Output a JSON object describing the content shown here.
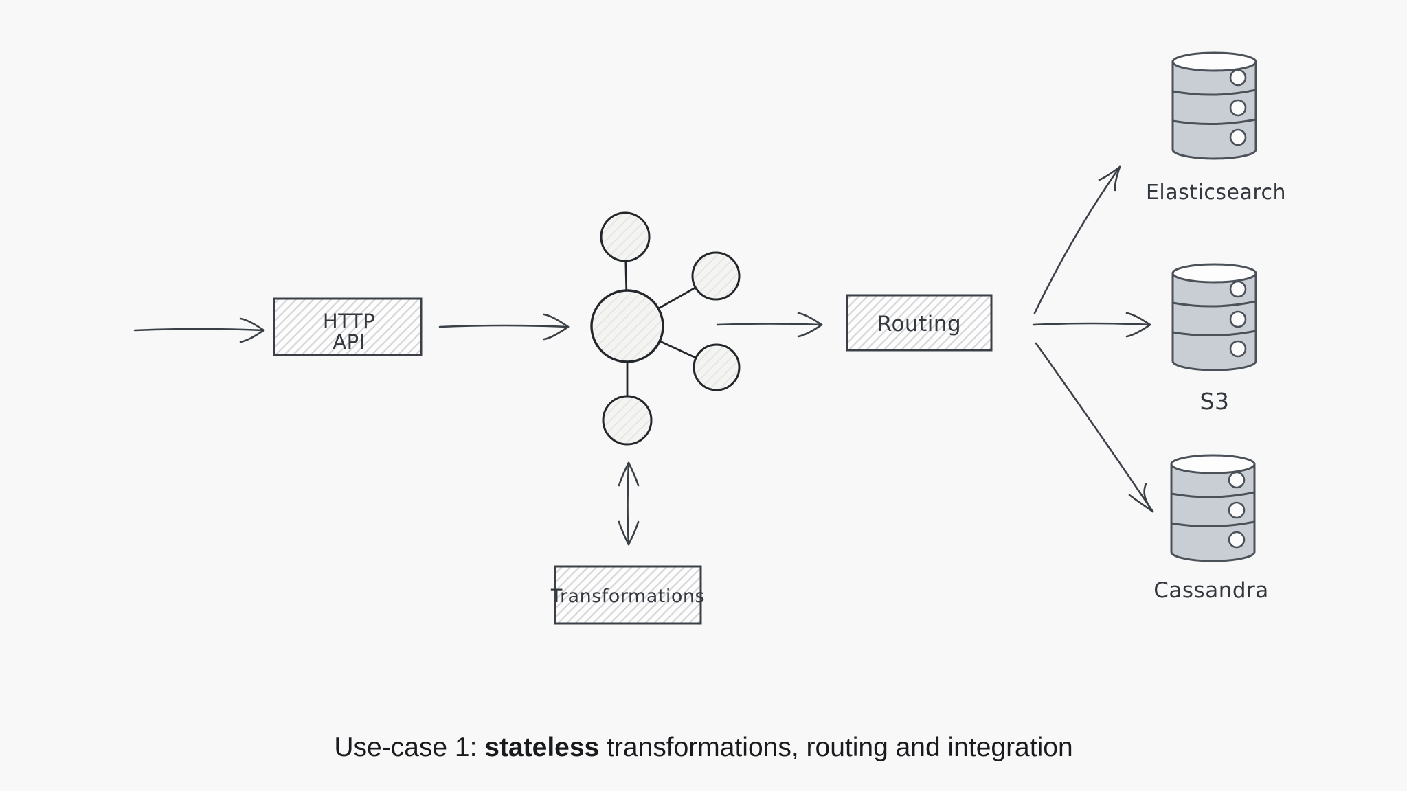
{
  "canvas": {
    "background": "#f8f8f9"
  },
  "diagram": {
    "nodes": {
      "http_api": {
        "lines": [
          "HTTP",
          "API"
        ]
      },
      "hub": {
        "icon": "hub-and-spoke-icon"
      },
      "routing": {
        "label": "Routing"
      },
      "transformations": {
        "label": "Transformations"
      }
    },
    "databases": [
      {
        "label": "Elasticsearch",
        "icon": "database-cylinder-icon"
      },
      {
        "label": "S3",
        "icon": "database-cylinder-icon"
      },
      {
        "label": "Cassandra",
        "icon": "database-cylinder-icon"
      }
    ]
  },
  "caption": {
    "prefix": "Use-case 1: ",
    "bold": "stateless",
    "suffix": " transformations, routing and integration"
  },
  "colors": {
    "stroke": "#3a4046",
    "box_fill": "#fdfdfd",
    "hatch_line": "#d5d5d8",
    "circle_fill": "#f4f4f2",
    "circle_hatch": "#e6e6e3",
    "cylinder_fill": "#c9cdd4",
    "cylinder_stroke": "#4b5158",
    "label_text": "#33383f",
    "caption_text": "#191a1d"
  }
}
